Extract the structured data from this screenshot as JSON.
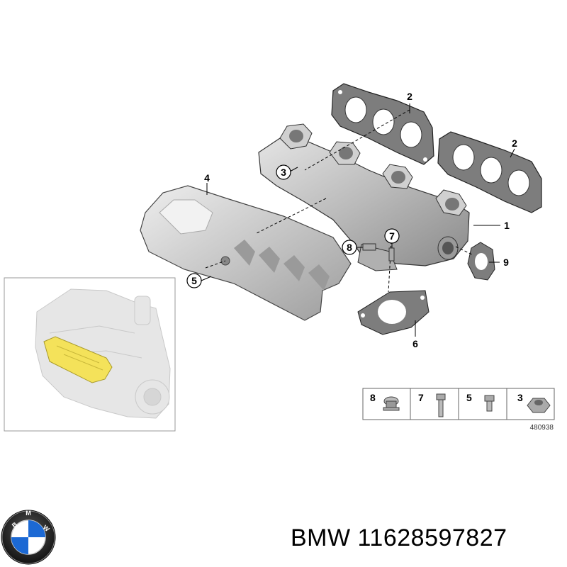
{
  "callouts": {
    "c1": "1",
    "c2a": "2",
    "c2b": "2",
    "c3": "3",
    "c4": "4",
    "c5": "5",
    "c6": "6",
    "c7": "7",
    "c8": "8",
    "c9": "9"
  },
  "hardware_table": {
    "cells": [
      "8",
      "7",
      "5",
      "3"
    ],
    "reference": "480938"
  },
  "footer": {
    "brand": "BMW",
    "part_number": "11628597827"
  },
  "colors": {
    "highlight": "#f4e25a",
    "line": "#000000",
    "part_fill": "#c9c9c9",
    "part_dark": "#8e8e8e",
    "bmw_blue": "#1c69d4"
  },
  "icons": {
    "logo": "bmw-roundel-logo"
  }
}
